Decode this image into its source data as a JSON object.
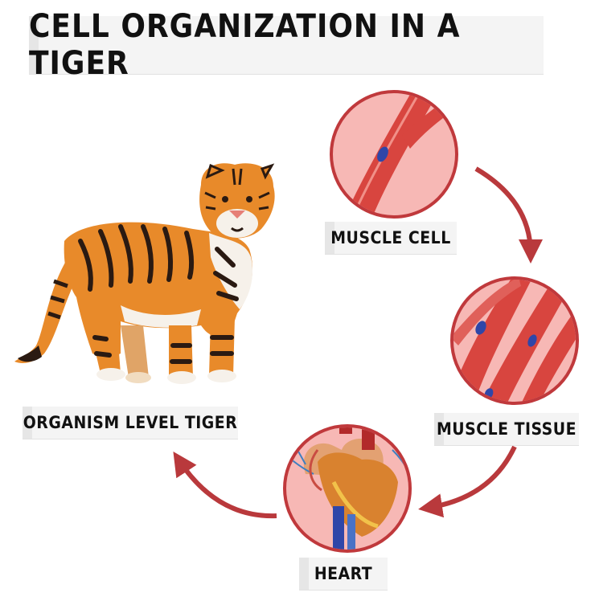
{
  "title": "CELL ORGANIZATION IN A TIGER",
  "stages": {
    "muscle_cell": "MUSCLE CELL",
    "muscle_tissue": "MUSCLE TISSUE",
    "heart": "HEART",
    "organism": "ORGANISM LEVEL TIGER"
  },
  "colors": {
    "arrow": "#b9393c",
    "circle_border": "#c0393c",
    "circle_fill": "#f7b8b5",
    "muscle": "#d8453f",
    "nucleus": "#2f46a8",
    "tiger_orange": "#e88a2a",
    "tiger_stripe": "#2a1a12"
  }
}
